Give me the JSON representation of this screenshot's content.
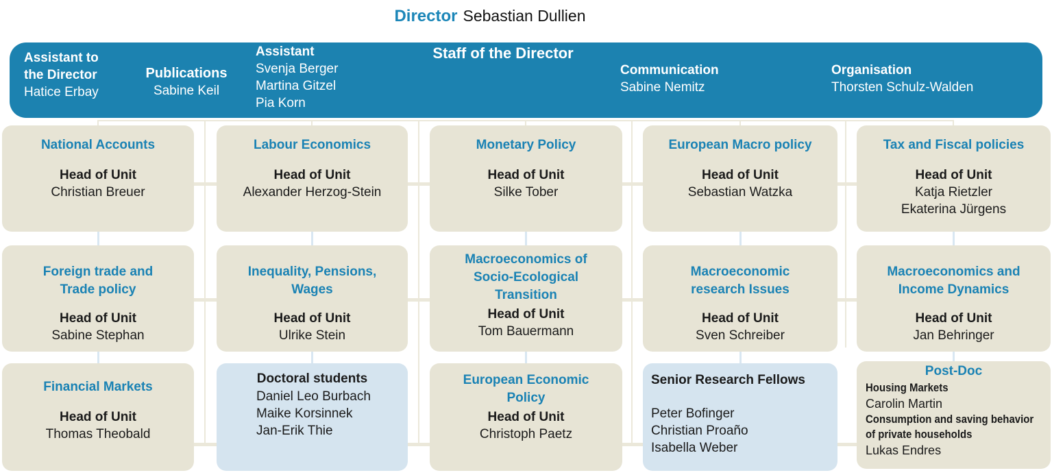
{
  "header": {
    "role": "Director",
    "name": "Sebastian Dullien"
  },
  "labels": {
    "head_of_unit": "Head of Unit"
  },
  "staff_bar": {
    "title": "Staff of the Director",
    "assistant_to_director": {
      "label_line1": "Assistant to",
      "label_line2": "the Director",
      "name": "Hatice Erbay"
    },
    "publications": {
      "label": "Publications",
      "name": "Sabine Keil"
    },
    "assistant": {
      "label": "Assistant",
      "names": [
        "Svenja Berger",
        "Martina Gitzel",
        "Pia Korn"
      ]
    },
    "communication": {
      "label": "Communication",
      "name": "Sabine Nemitz"
    },
    "organisation": {
      "label": "Organisation",
      "name": "Thorsten Schulz-Walden"
    }
  },
  "units": {
    "national_accounts": {
      "title_lines": [
        "National Accounts"
      ],
      "name": "Christian Breuer"
    },
    "labour_economics": {
      "title_lines": [
        "Labour Economics"
      ],
      "name": "Alexander Herzog-Stein"
    },
    "monetary_policy": {
      "title_lines": [
        "Monetary Policy"
      ],
      "name": "Silke Tober"
    },
    "european_macro_policy": {
      "title_lines": [
        "European Macro policy"
      ],
      "name": "Sebastian Watzka"
    },
    "tax_and_fiscal": {
      "title_lines": [
        "Tax and Fiscal policies"
      ],
      "names": [
        "Katja Rietzler",
        "Ekaterina Jürgens"
      ]
    },
    "foreign_trade": {
      "title_lines": [
        "Foreign trade and",
        "Trade policy"
      ],
      "name": "Sabine Stephan"
    },
    "inequality": {
      "title_lines": [
        "Inequality, Pensions,",
        "Wages"
      ],
      "name": "Ulrike Stein"
    },
    "macro_socio": {
      "title_lines": [
        "Macroeconomics of",
        "Socio-Ecological",
        "Transition"
      ],
      "name": "Tom Bauermann"
    },
    "macro_research": {
      "title_lines": [
        "Macroeconomic",
        "research Issues"
      ],
      "name": "Sven Schreiber"
    },
    "macro_income": {
      "title_lines": [
        "Macroeconomics and",
        "Income Dynamics"
      ],
      "name": "Jan Behringer"
    },
    "financial_markets": {
      "title_lines": [
        "Financial Markets"
      ],
      "name": "Thomas Theobald"
    },
    "european_economic": {
      "title_lines": [
        "European Economic",
        "Policy"
      ],
      "name": "Christoph Paetz"
    }
  },
  "groups": {
    "doctoral_students": {
      "title": "Doctoral students",
      "names": [
        "Daniel Leo Burbach",
        "Maike Korsinnek",
        "Jan-Erik Thie"
      ]
    },
    "senior_research_fellows": {
      "title": "Senior Research Fellows",
      "names": [
        "Peter Bofinger",
        "Christian Proaño",
        "Isabella Weber"
      ]
    },
    "post_doc": {
      "title": "Post-Doc",
      "entries": [
        {
          "topic": "Housing Markets",
          "name": "Carolin Martin"
        },
        {
          "topic": "Consumption and saving behavior of private households",
          "name": "Lukas Endres"
        }
      ]
    }
  },
  "colors": {
    "bar_blue": "#1c82b0",
    "heading_blue": "#1b86b8",
    "box_beige": "#e7e4d5",
    "box_light_blue": "#d5e4ef",
    "line_beige": "#ebe8da",
    "line_light_blue": "#d9e7f2"
  }
}
